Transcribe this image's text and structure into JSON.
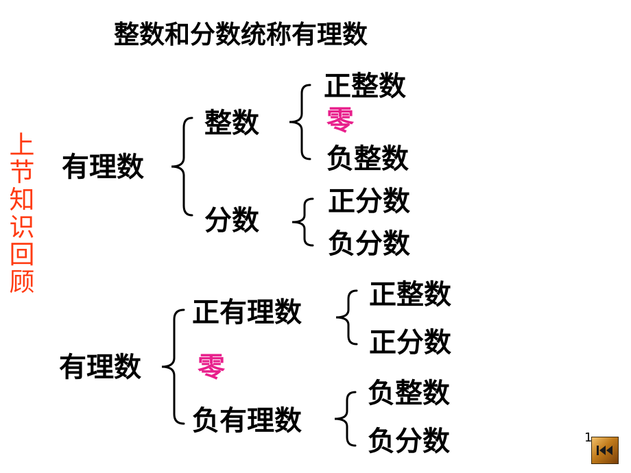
{
  "title": "整数和分数统称有理数",
  "sidebar_text": [
    "上",
    "节",
    "知",
    "识",
    "回",
    "顾"
  ],
  "diagram1": {
    "root": "有理数",
    "integer": {
      "label": "整数",
      "children": [
        "正整数",
        "零",
        "负整数"
      ]
    },
    "fraction": {
      "label": "分数",
      "children": [
        "正分数",
        "负分数"
      ]
    }
  },
  "diagram2": {
    "root": "有理数",
    "positive": {
      "label": "正有理数",
      "children": [
        "正整数",
        "正分数"
      ]
    },
    "zero": "零",
    "negative": {
      "label": "负有理数",
      "children": [
        "负整数",
        "负分数"
      ]
    }
  },
  "page_number": "1",
  "nav_button_icon": "skip-back-icon",
  "colors": {
    "sidebar": "#ff3b12",
    "zero_highlight": "#e8208c"
  }
}
